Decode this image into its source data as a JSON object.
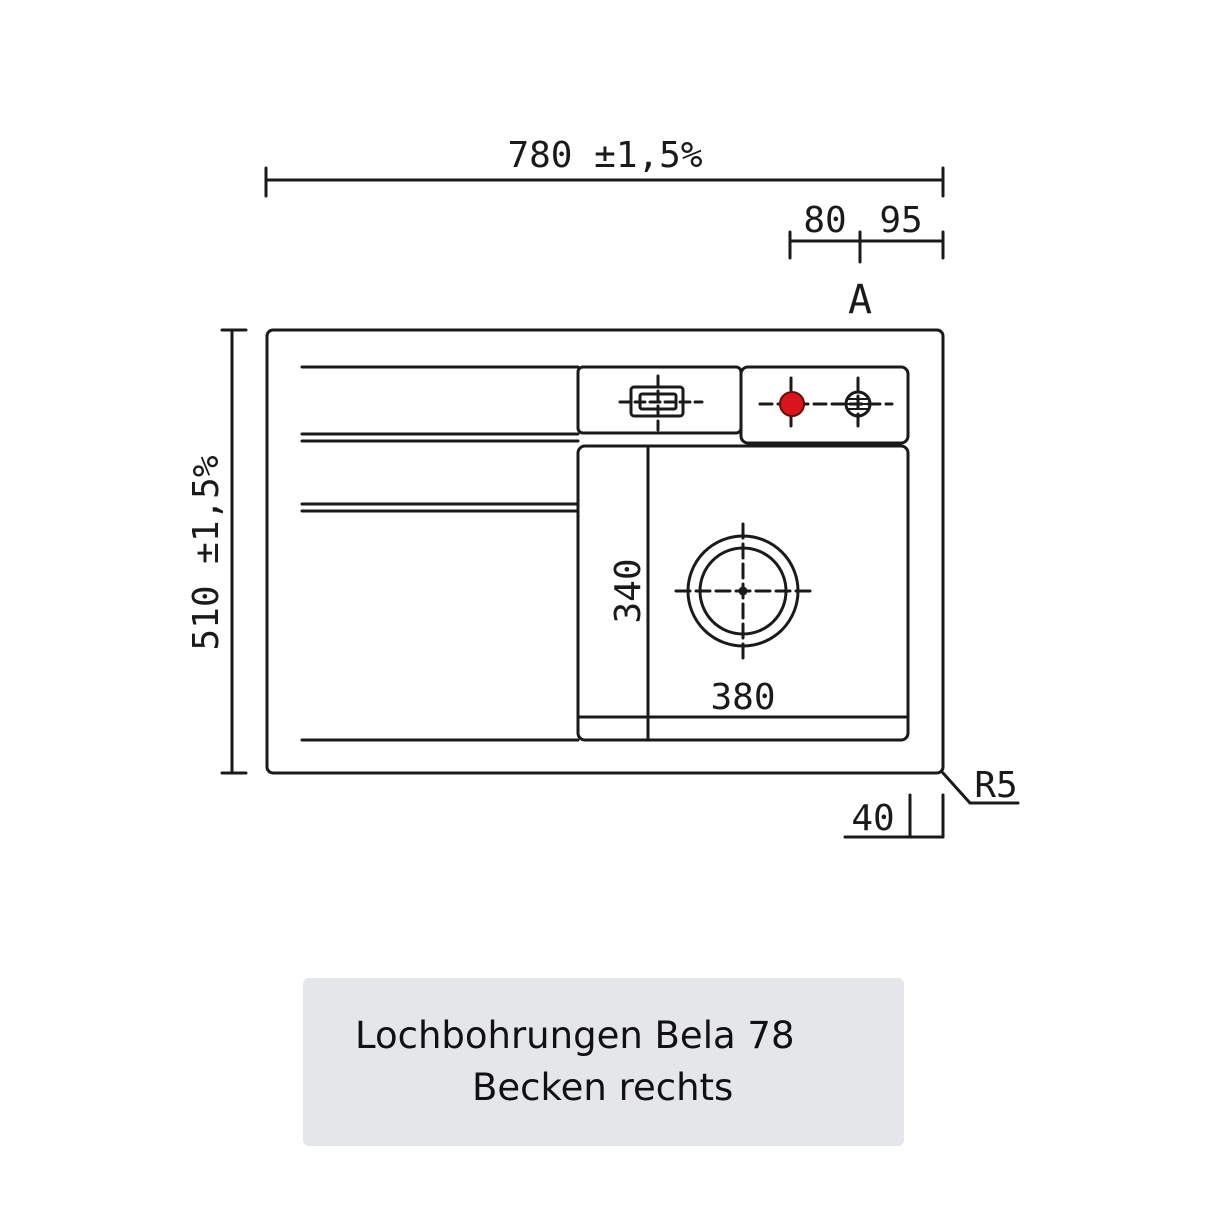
{
  "dimensions": {
    "overall_width": "780 ±1,5%",
    "overall_height": "510 ±1,5%",
    "tap_offset_left": "80",
    "tap_offset_right": "95",
    "tap_marker": "A",
    "bowl_height": "340",
    "bowl_width": "380",
    "corner_radius": "R5",
    "rim_width": "40"
  },
  "colors": {
    "line": "#1a1a1a",
    "tap_hole": "#d8151c",
    "caption_bg": "#e4e6ea"
  },
  "caption": {
    "line1": "Lochbohrungen Bela 78",
    "line2": "Becken rechts"
  }
}
